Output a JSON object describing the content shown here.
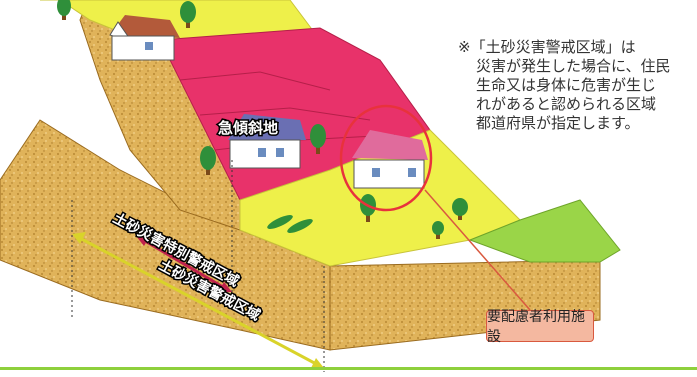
{
  "labels": {
    "steep_slope": "急傾斜地",
    "special_zone": "土砂災害特別警戒区域",
    "warning_zone": "土砂災害警戒区域",
    "facility": "要配慮者利用施設"
  },
  "note_lines": [
    "※「土砂災害警戒区域」は",
    "災害が発生した場合に、住民",
    "生命又は身体に危害が生じ",
    "れがあると認められる区域",
    "都道府県が指定します。"
  ],
  "colors": {
    "grass": "#eef04a",
    "red_zone": "#e8326a",
    "soil": "#e0b35a",
    "highlight": "#e8323c",
    "callout_fill": "#f4b8a0",
    "rule": "#8ed03c"
  }
}
